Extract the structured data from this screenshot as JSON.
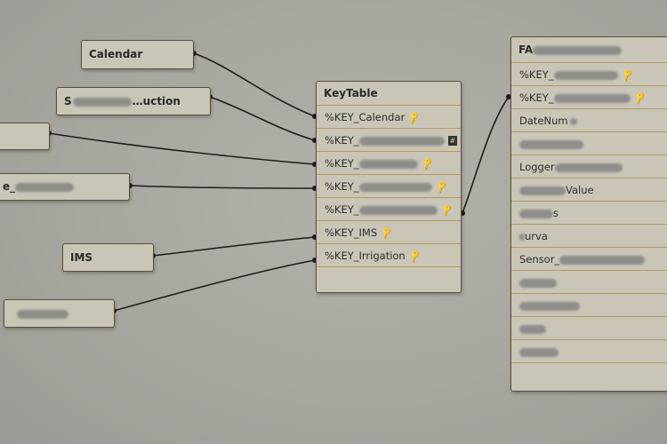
{
  "left_tables": [
    {
      "id": "calendar",
      "label": "Calendar",
      "redacted": false
    },
    {
      "id": "sensor-production",
      "label": "…uction",
      "prefix": "S",
      "redacted": "partial"
    },
    {
      "id": "unknown-a",
      "label": "",
      "redacted": true
    },
    {
      "id": "unknown-b",
      "label": "e_",
      "redacted": "partial"
    },
    {
      "id": "ims",
      "label": "IMS",
      "redacted": false
    },
    {
      "id": "unknown-c",
      "label": "",
      "redacted": true
    }
  ],
  "keytable": {
    "title": "KeyTable",
    "fields": [
      {
        "label": "%KEY_Calendar",
        "icon": "key-icon"
      },
      {
        "label": "%KEY_",
        "icon": "hash-icon",
        "redacted": true
      },
      {
        "label": "%KEY_",
        "icon": "key-icon",
        "redacted": true
      },
      {
        "label": "%KEY_",
        "icon": "key-icon",
        "redacted": true
      },
      {
        "label": "%KEY_",
        "icon": "key-icon",
        "redacted": true
      },
      {
        "label": "%KEY_IMS",
        "icon": "key-icon"
      },
      {
        "label": "%KEY_Irrigation",
        "icon": "key-icon"
      }
    ]
  },
  "fact_table": {
    "title": "FA",
    "fields": [
      {
        "label": "%KEY_",
        "icon": "key-icon",
        "redacted": true
      },
      {
        "label": "%KEY_",
        "icon": "key-icon",
        "redacted": true
      },
      {
        "label": "DateNum",
        "redacted": true
      },
      {
        "label": "",
        "redacted": true
      },
      {
        "label": "Logger",
        "redacted": true
      },
      {
        "label": "Value",
        "redacted": true
      },
      {
        "label": "s",
        "redacted": true
      },
      {
        "label": "urva",
        "redacted": true
      },
      {
        "label": "Sensor_",
        "redacted": true
      },
      {
        "label": "",
        "redacted": true
      },
      {
        "label": "",
        "redacted": true
      },
      {
        "label": "",
        "redacted": true
      },
      {
        "label": "",
        "redacted": true
      }
    ]
  },
  "colors": {
    "background": "#a7a69f",
    "box_fill": "#c9c6b8",
    "box_border": "#5a5040",
    "row_divider": "#b29a62",
    "link": "#1e1e1e"
  }
}
